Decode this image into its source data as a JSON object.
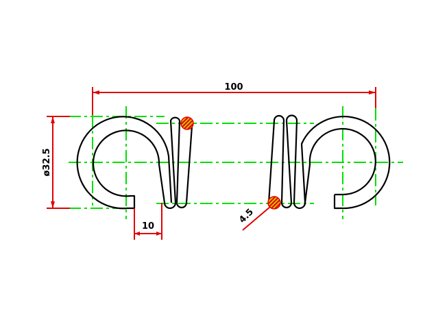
{
  "drawing": {
    "title": "Extension spring drawing",
    "dimensions": {
      "overall_length": "100",
      "hook_diameter": "ø32.5",
      "hook_gap": "10",
      "wire_diameter": "4.5"
    },
    "colors": {
      "outline": "#000000",
      "centerline": "#00e000",
      "dimension": "#e00000",
      "section_hatch": "#e0a000"
    }
  }
}
